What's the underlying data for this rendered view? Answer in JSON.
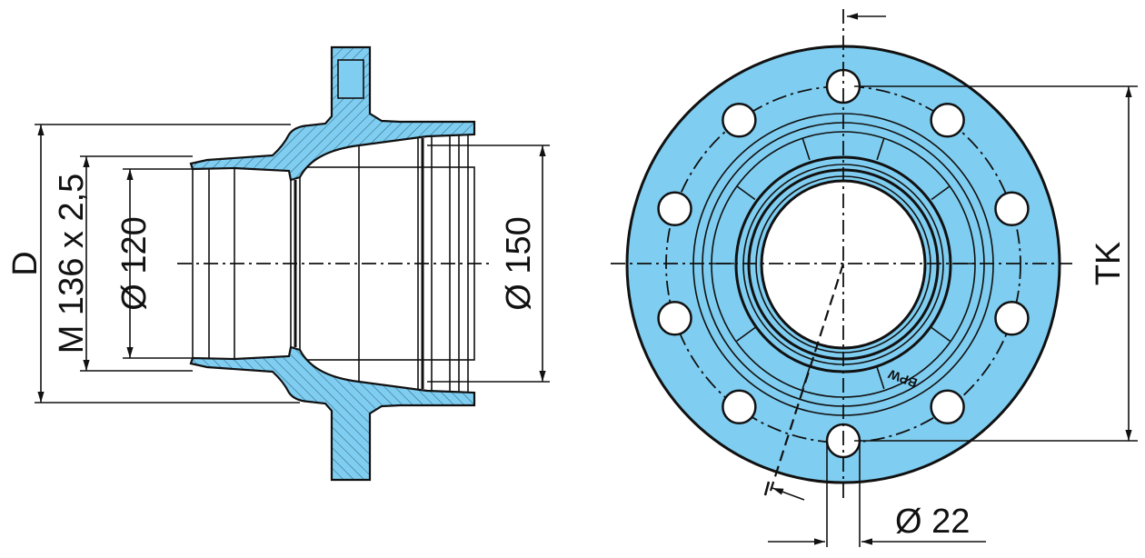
{
  "colors": {
    "part_fill": "#7fcdf0",
    "line": "#111111"
  },
  "side_view": {
    "labels": {
      "outer_diameter": "D",
      "thread": "M 136 x 2,5",
      "inner_diameter": "Ø 120",
      "seat_diameter": "Ø 150"
    }
  },
  "front_view": {
    "labels": {
      "bolt_circle": "TK",
      "hole_diameter": "Ø 22",
      "brand_mark": "BPW"
    },
    "bolt_hole_count": 10
  }
}
